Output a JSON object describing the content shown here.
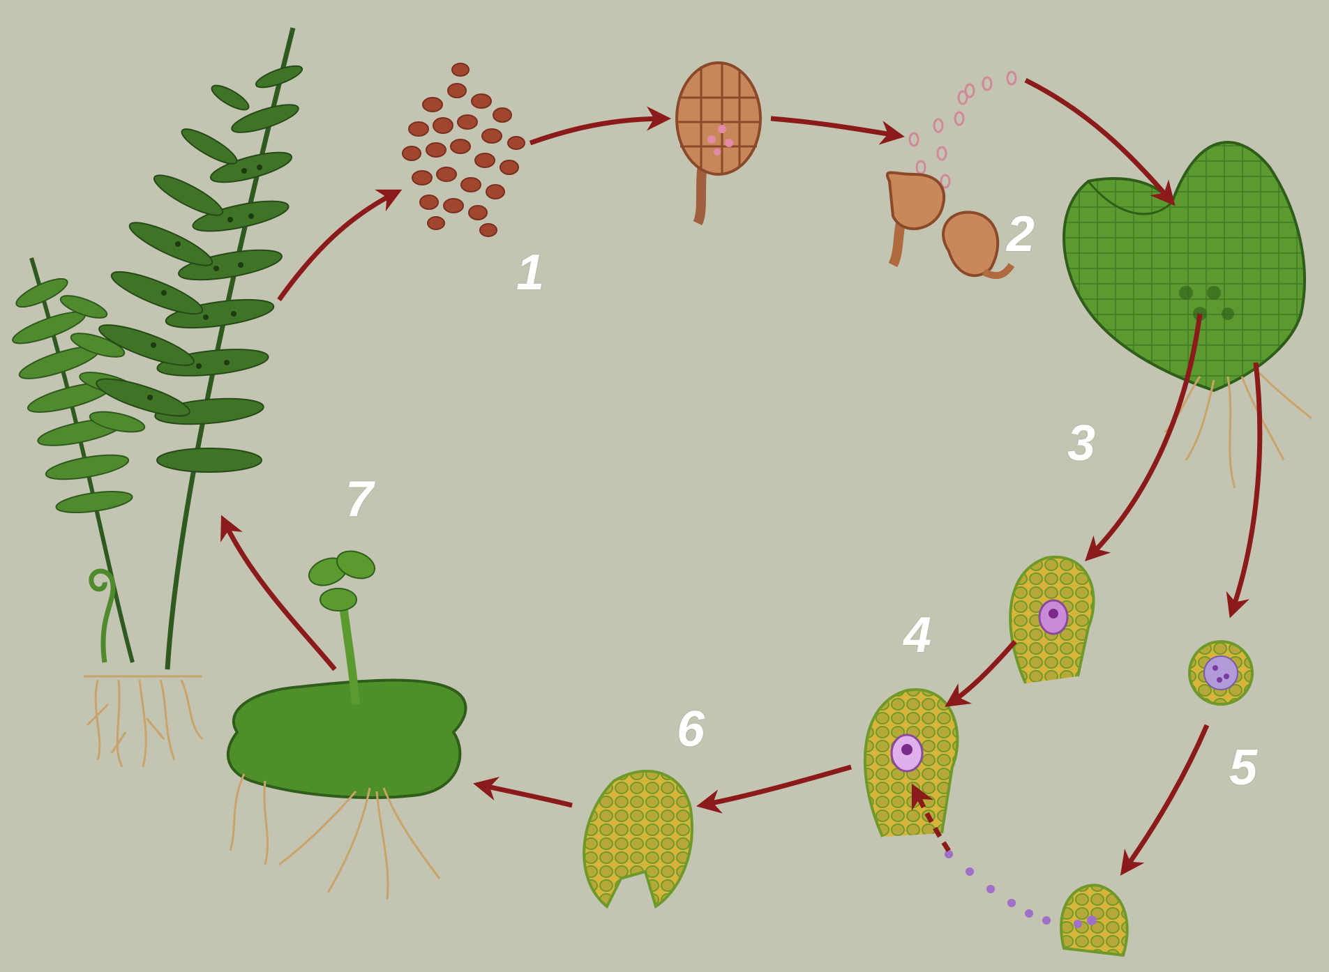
{
  "labels": {
    "stage_1": "1",
    "stage_2": "2",
    "stage_3": "3",
    "stage_4": "4",
    "stage_5": "5",
    "stage_6": "6",
    "stage_7": "7"
  },
  "colors": {
    "background": "#c3c4b1",
    "arrow": "#8b1a1a",
    "fern_dark": "#2f5a1f",
    "fern_light": "#4f8a2c",
    "prothallus": "#4f8f2a",
    "spore": "#a0452e",
    "cell_yellow": "#d8b43a",
    "cell_green": "#6e9a2a",
    "egg_purple": "#c98bd8",
    "root": "#c9a46a",
    "label": "#ffffff"
  },
  "icons": {
    "fern_plant": "fern-sporophyte-icon",
    "spores": "spore-cluster-icon",
    "sporangium": "sporangium-icon",
    "prothallus": "prothallus-icon",
    "archegonium": "archegonium-icon",
    "antheridium": "antheridium-icon",
    "embryo": "embryo-icon",
    "young_fern": "young-sporophyte-icon"
  }
}
